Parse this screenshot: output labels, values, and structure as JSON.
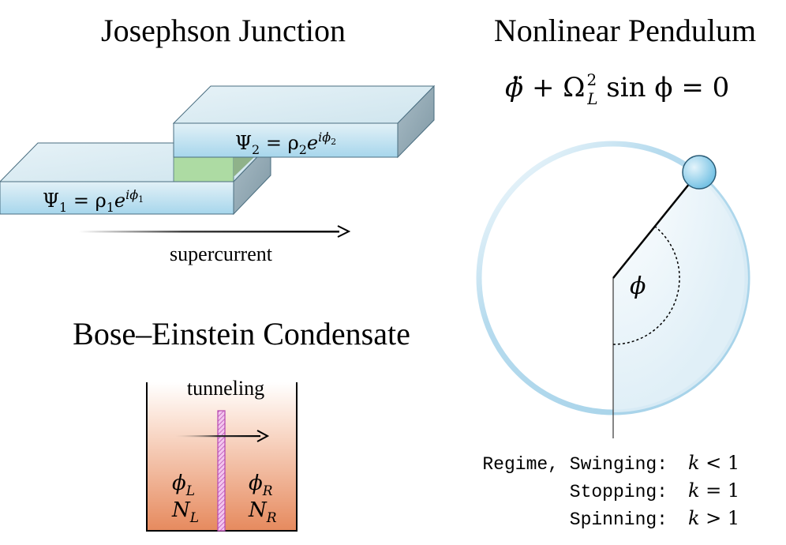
{
  "josephson": {
    "title": "Josephson Junction",
    "psi1": {
      "lhs": "Ψ",
      "lhs_sub": "1",
      "eq": " = ",
      "rho": "ρ",
      "rho_sub": "1",
      "e": "e",
      "exp": "iϕ",
      "exp_sub": "1"
    },
    "psi2": {
      "lhs": "Ψ",
      "lhs_sub": "2",
      "eq": " = ",
      "rho": "ρ",
      "rho_sub": "2",
      "e": "e",
      "exp": "iϕ",
      "exp_sub": "2"
    },
    "current_label": "supercurrent"
  },
  "bec": {
    "title": "Bose–Einstein Condensate",
    "tunnel_label": "tunneling",
    "left": {
      "phi": "ϕ",
      "phi_sub": "L",
      "n": "N",
      "n_sub": "L"
    },
    "right": {
      "phi": "ϕ",
      "phi_sub": "R",
      "n": "N",
      "n_sub": "R"
    }
  },
  "pendulum": {
    "title": "Nonlinear Pendulum",
    "equation": {
      "ddphi": "ϕ̈",
      "plus": " + Ω",
      "omega_sup": "2",
      "omega_sub": "L",
      "rest": " sin ϕ = 0"
    },
    "angle_label": "ϕ",
    "regimes": [
      {
        "label": "Regime, Swinging:",
        "cond_k": "k",
        "cond": " < 1"
      },
      {
        "label": "Stopping:",
        "cond_k": "k",
        "cond": " = 1"
      },
      {
        "label": "Spinning:",
        "cond_k": "k",
        "cond": " > 1"
      }
    ]
  },
  "colors": {
    "slab_top": "#dcecf3",
    "slab_front_light": "#cfe8f2",
    "slab_front_dark": "#9fd3ea",
    "slab_side": "#93a9b4",
    "junction": "#a8d8a0",
    "bec_fill": "#e69066",
    "barrier": "#d070c8",
    "circle": "#a7d3e8"
  }
}
